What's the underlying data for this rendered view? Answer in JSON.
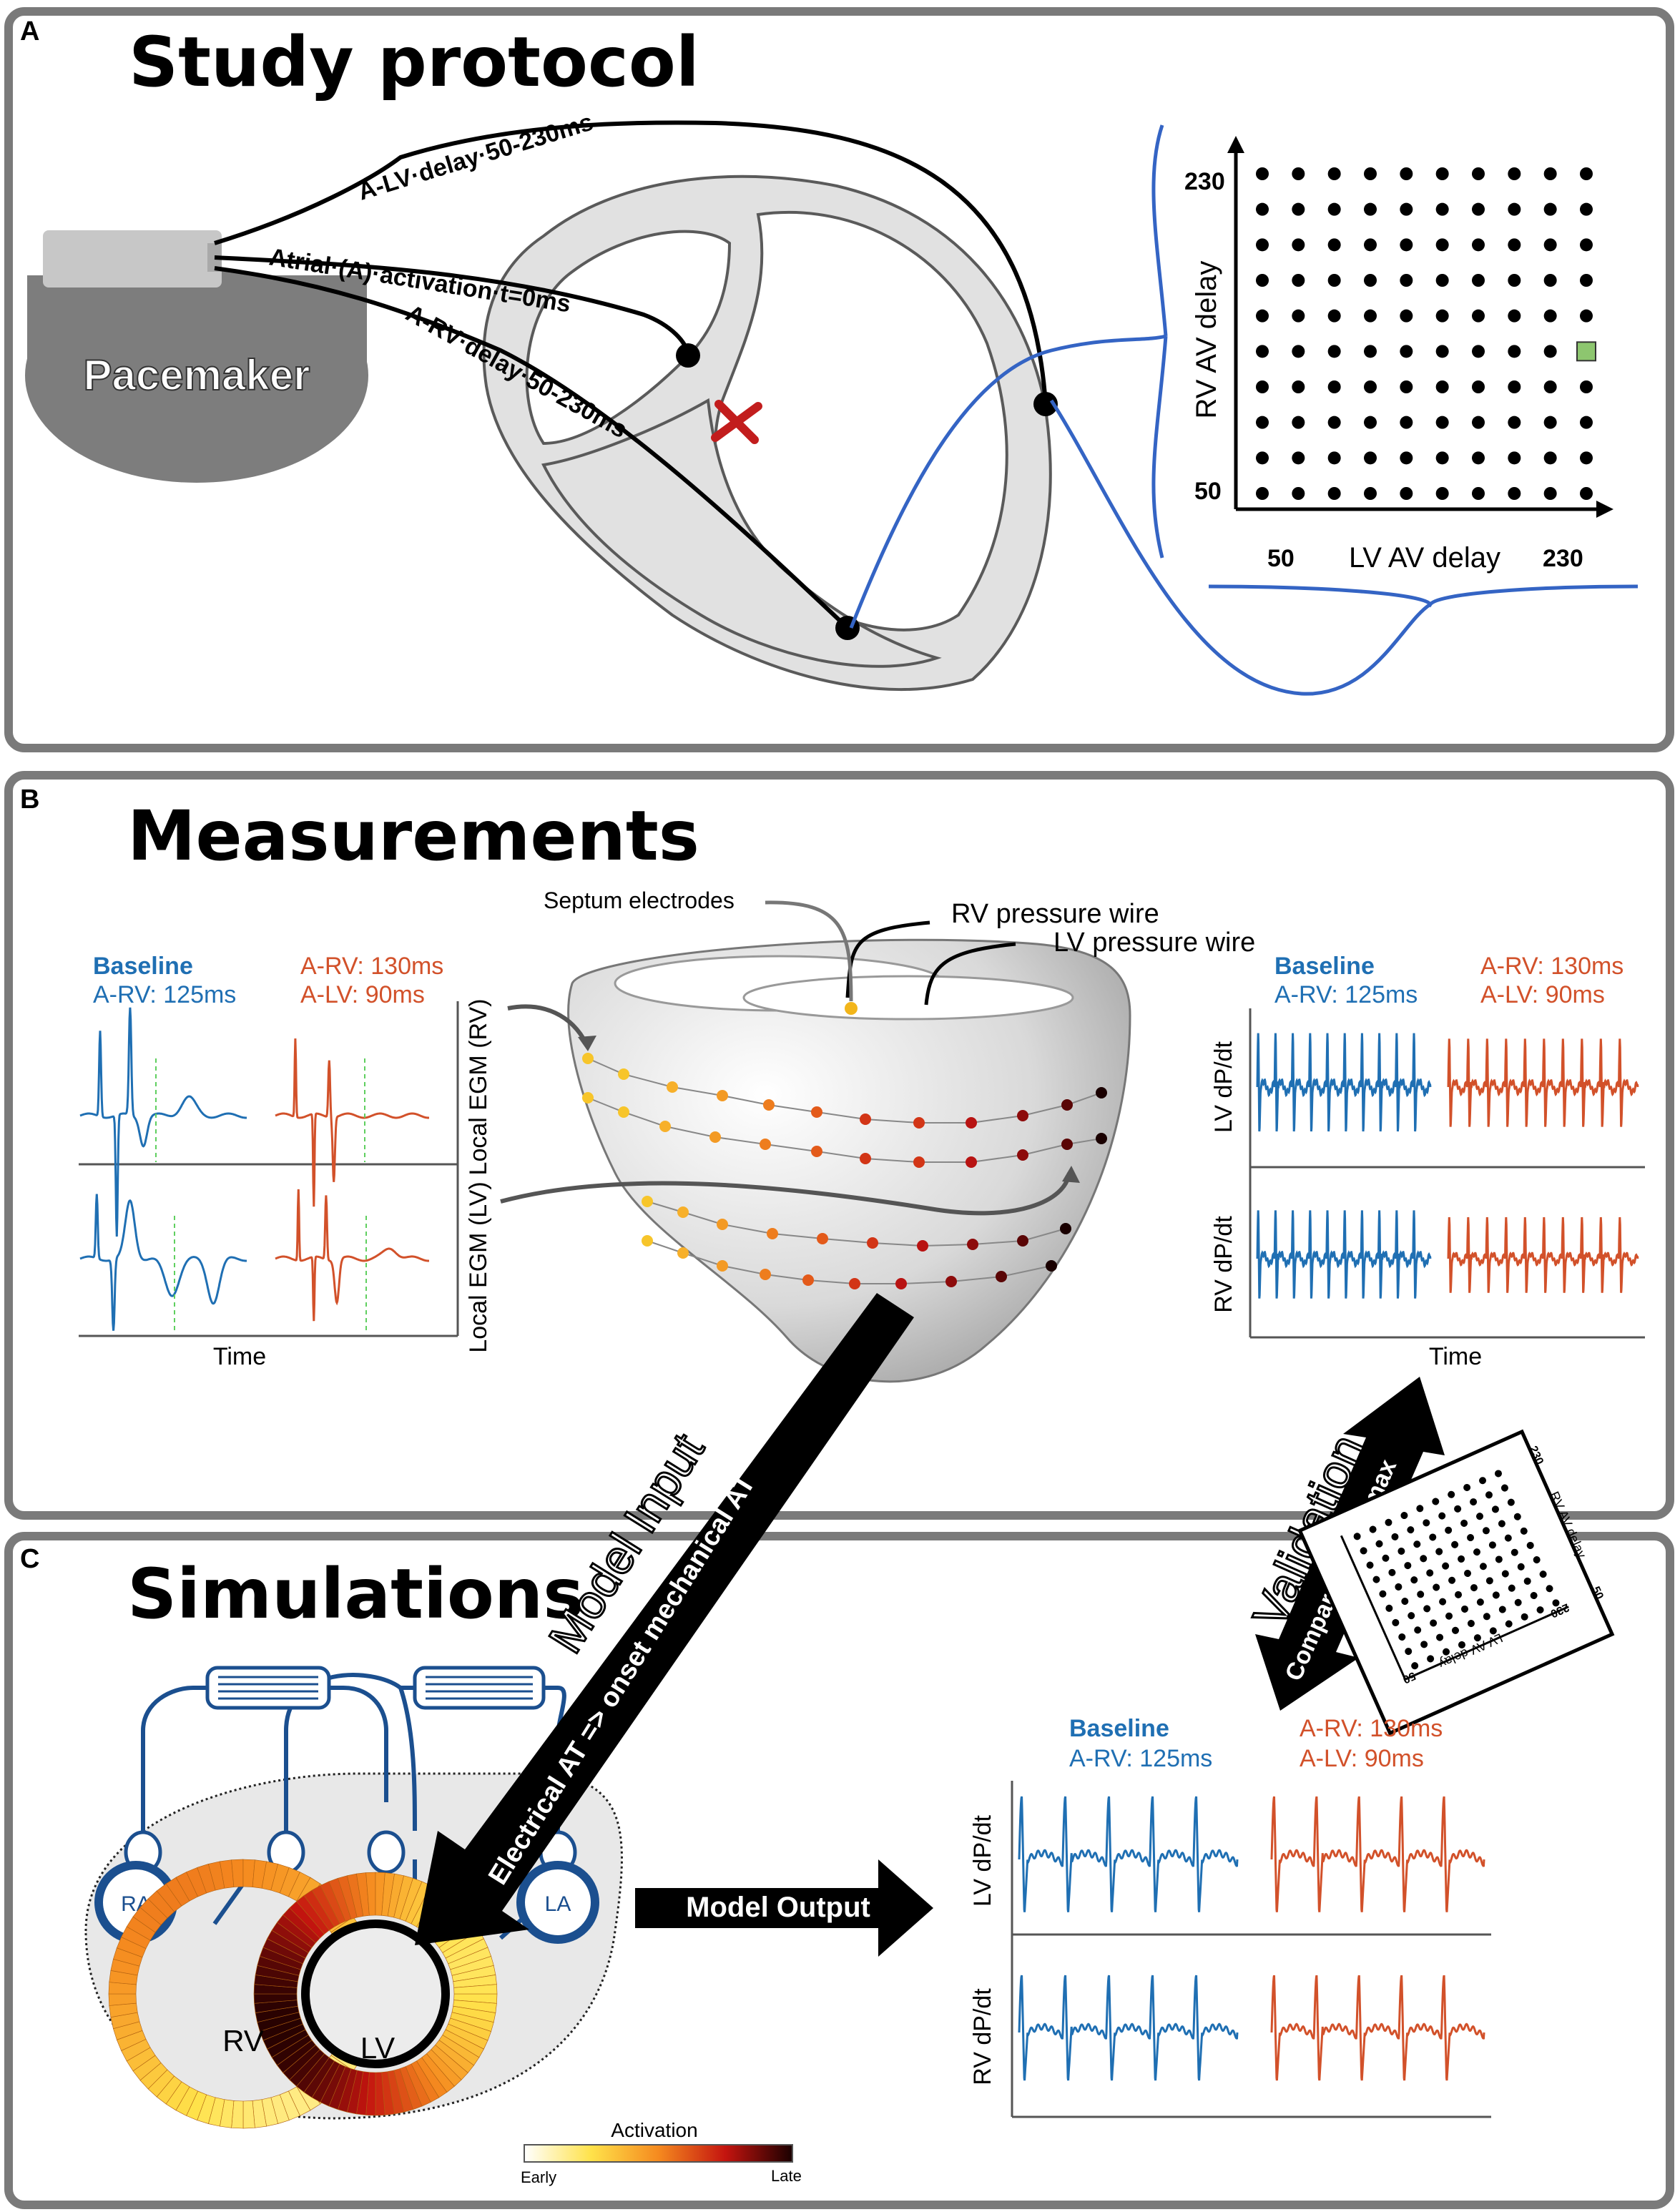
{
  "panels": {
    "a": {
      "letter": "A",
      "title": "Study protocol"
    },
    "b": {
      "letter": "B",
      "title": "Measurements"
    },
    "c": {
      "letter": "C",
      "title": "Simulations"
    }
  },
  "protocol": {
    "pacemaker": "Pacemaker",
    "lead_lv": "A-LV·delay·50-230ms",
    "lead_atrial": "Atrial·(A)·activation·t=0ms",
    "lead_rv": "A-RV·delay·50-230ms",
    "grid_ylabel": "RV AV delay",
    "grid_xlabel": "LV AV delay",
    "grid_y_max": "230",
    "grid_y_min": "50",
    "grid_x_min": "50",
    "grid_x_max": "230",
    "grid_rows": 10,
    "grid_cols": 10,
    "dot_color": "#000000",
    "highlight_color": "#8dc66f"
  },
  "measurements": {
    "septum": "Septum electrodes",
    "rv_wire": "RV pressure wire",
    "lv_wire": "LV pressure wire",
    "baseline": "Baseline",
    "baseline_arv": "A-RV: 125ms",
    "paced_arv": "A-RV: 130ms",
    "paced_alv": "A-LV:  90ms",
    "egm_rv": "Local EGM (RV)",
    "egm_lv": "Local EGM (LV)",
    "time": "Time",
    "lv_dpdt": "LV dP/dt",
    "rv_dpdt": "RV dP/dt",
    "baseline_color": "#1f6fb3",
    "paced_color": "#d2512a"
  },
  "arrows": {
    "model_input": "Model Input",
    "model_input_sub": "Electrical AT => onset mechanical AT",
    "validation": "Validation",
    "validation_sub": "Compare ΔdP/dtmax",
    "model_output": "Model Output"
  },
  "mini_grid": {
    "ylabel": "RV AV delay",
    "xlabel": "LV AV delay",
    "y_max": "230",
    "y_min": "50",
    "x_min": "50",
    "x_max": "230"
  },
  "simulation": {
    "ra": "RA",
    "la": "LA",
    "rv": "RV",
    "lv": "LV",
    "activation": "Activation",
    "early": "Early",
    "late": "Late",
    "baseline": "Baseline",
    "baseline_arv": "A-RV: 125ms",
    "paced_arv": "A-RV: 130ms",
    "paced_alv": "A-LV:  90ms",
    "lv_dpdt": "LV dP/dt",
    "rv_dpdt": "RV dP/dt"
  }
}
